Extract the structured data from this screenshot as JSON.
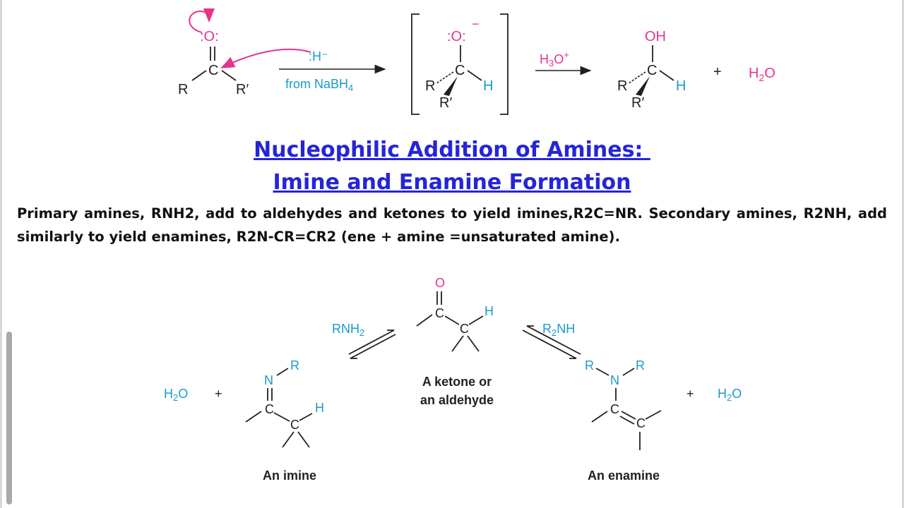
{
  "heading": {
    "line1": "Nucleophilic Addition of Amines: ",
    "line2": "Imine and Enamine Formation"
  },
  "body_text": "Primary amines, RNH2, add to aldehydes and ketones to yield imines,R2C=NR. Secondary amines, R2NH, add similarly to yield enamines, R2N-CR=CR2 (ene + amine =unsaturated amine).",
  "reduction_scheme": {
    "carbonyl_oxygen": ":O:",
    "carbonyl_carbon": "C",
    "r_group": "R",
    "r_prime_group": "R′",
    "hydride": ":H⁻",
    "reagent_source": "from NaBH",
    "reagent_sub": "4",
    "alkoxide_oxygen": ":O:",
    "alkoxide_charge": "−",
    "h_atom": "H",
    "acid_reagent": "H",
    "acid_sub": "3",
    "acid_tail": "O",
    "acid_charge": "+",
    "hydroxyl": "OH",
    "plus": "+",
    "water_h": "H",
    "water_sub": "2",
    "water_o": "O"
  },
  "amine_scheme": {
    "primary_amine": "RNH",
    "primary_sub": "2",
    "secondary_amine_r": "R",
    "secondary_sub": "2",
    "secondary_amine_tail": "NH",
    "ketone_oxygen": "O",
    "carbon": "C",
    "h_atom": "H",
    "nitrogen": "N",
    "r_group": "R",
    "plus": "+",
    "water_h": "H",
    "water_sub": "2",
    "water_o": "O",
    "center_caption_line1": "A ketone or",
    "center_caption_line2": "an aldehyde",
    "imine_caption": "An imine",
    "enamine_caption": "An enamine"
  },
  "colors": {
    "heading": "#2525d8",
    "reagent_pink": "#e5338e",
    "reagent_cyan": "#1a9ac9",
    "structure_black": "#231f20"
  }
}
